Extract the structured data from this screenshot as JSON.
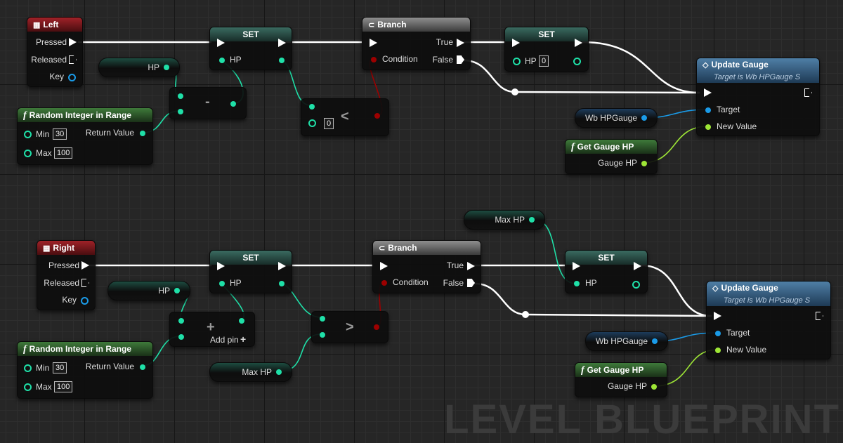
{
  "watermark": "LEVEL BLUEPRINT",
  "colors": {
    "exec": "#ffffff",
    "integer": "#1fe0a8",
    "object": "#1a9be8",
    "float": "#9ee636",
    "bool": "#9c0000"
  },
  "top": {
    "event": {
      "title": "Left",
      "pressed": "Pressed",
      "released": "Released",
      "key": "Key"
    },
    "hp_var1": {
      "label": "HP"
    },
    "random": {
      "title": "Random Integer in Range",
      "min_label": "Min",
      "min_value": "30",
      "max_label": "Max",
      "max_value": "100",
      "return_label": "Return Value"
    },
    "set1": {
      "title": "SET",
      "pin_label": "HP"
    },
    "subtract": {
      "op": "-"
    },
    "branch": {
      "title": "Branch",
      "true_label": "True",
      "false_label": "False",
      "condition_label": "Condition"
    },
    "less": {
      "op": "<",
      "value": "0"
    },
    "set2": {
      "title": "SET",
      "pin_label": "HP",
      "value": "0"
    },
    "update": {
      "title": "Update Gauge",
      "subtitle": "Target is Wb HPGauge S",
      "target_label": "Target",
      "new_value_label": "New Value"
    },
    "wb_var": {
      "label": "Wb HPGauge"
    },
    "get_gauge": {
      "title": "Get Gauge HP",
      "out_label": "Gauge HP"
    }
  },
  "bottom": {
    "event": {
      "title": "Right",
      "pressed": "Pressed",
      "released": "Released",
      "key": "Key"
    },
    "hp_var": {
      "label": "HP"
    },
    "random": {
      "title": "Random Integer in Range",
      "min_label": "Min",
      "min_value": "30",
      "max_label": "Max",
      "max_value": "100",
      "return_label": "Return Value"
    },
    "set1": {
      "title": "SET",
      "pin_label": "HP"
    },
    "add": {
      "op": "+",
      "add_pin_label": "Add pin",
      "add_pin_icon": "+"
    },
    "maxhp_var1": {
      "label": "Max HP"
    },
    "maxhp_var2": {
      "label": "Max HP"
    },
    "branch": {
      "title": "Branch",
      "true_label": "True",
      "false_label": "False",
      "condition_label": "Condition"
    },
    "greater": {
      "op": ">"
    },
    "set2": {
      "title": "SET",
      "pin_label": "HP"
    },
    "update": {
      "title": "Update Gauge",
      "subtitle": "Target is Wb HPGauge S",
      "target_label": "Target",
      "new_value_label": "New Value"
    },
    "wb_var": {
      "label": "Wb HPGauge"
    },
    "get_gauge": {
      "title": "Get Gauge HP",
      "out_label": "Gauge HP"
    }
  }
}
